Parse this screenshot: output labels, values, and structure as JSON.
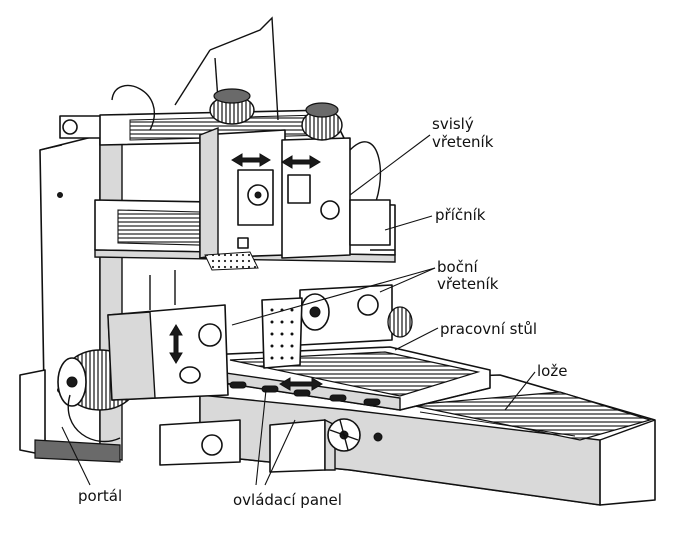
{
  "labels": {
    "svisly_1": "svislý",
    "svisly_2": "vřeteník",
    "pricnik": "příčník",
    "bocni_1": "boční",
    "bocni_2": "vřeteník",
    "stul": "pracovní stůl",
    "loze": "lože",
    "portal": "portál",
    "panel": "ovládací panel"
  }
}
